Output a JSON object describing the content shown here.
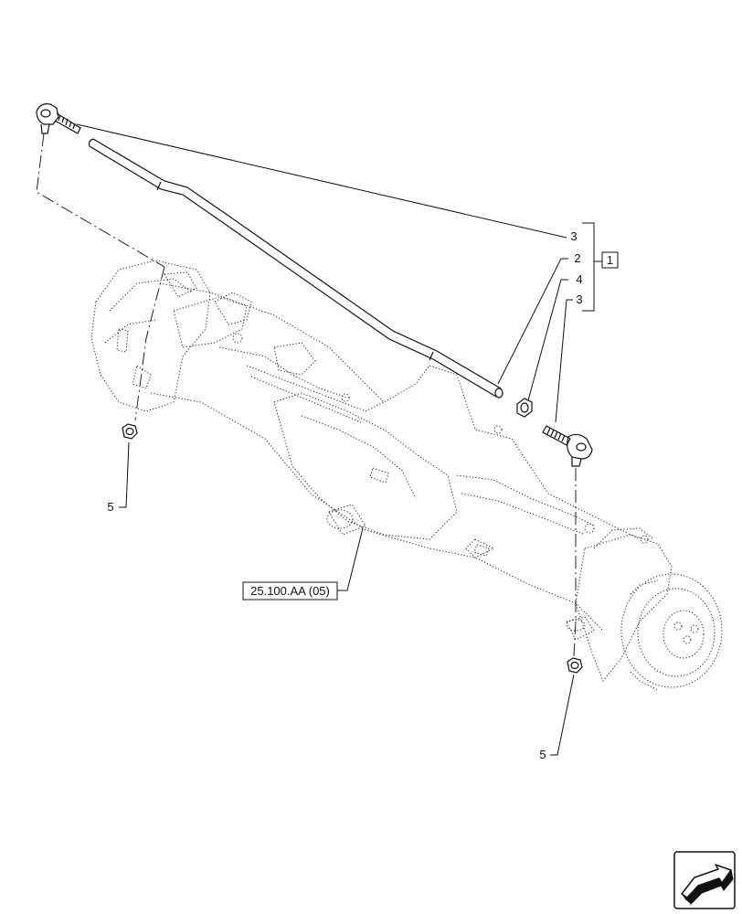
{
  "callouts": {
    "tie_rod_end_top": "3",
    "tie_rod": "2",
    "nut_4": "4",
    "tie_rod_end_bottom": "3",
    "group_box": "1",
    "nut_left": "5",
    "nut_right": "5",
    "axle_reference": "25.100.AA (05)"
  },
  "icons": {
    "navigation": "next-page-arrow-icon"
  }
}
